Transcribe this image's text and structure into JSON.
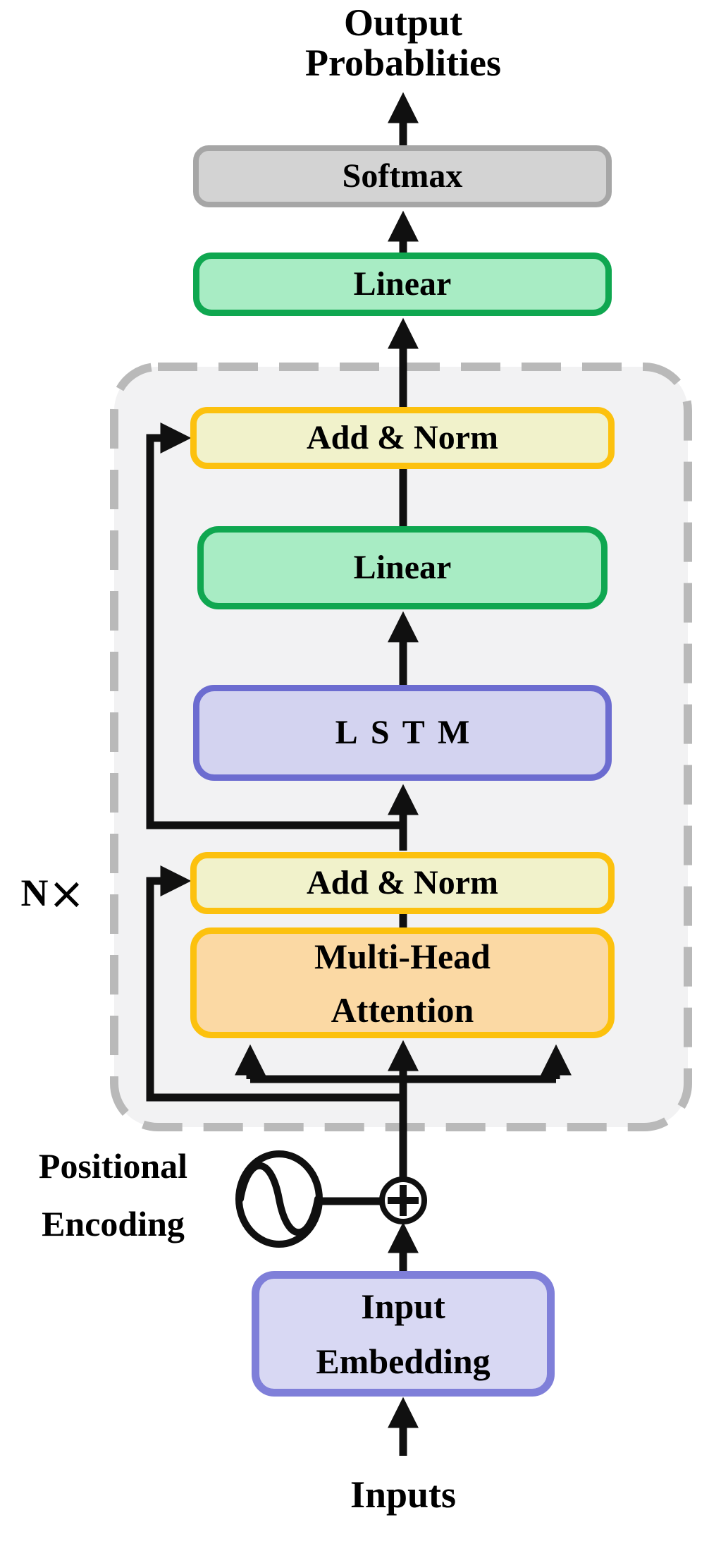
{
  "colors": {
    "line": "#101010",
    "text": "#000000",
    "container-fill": "#f2f2f3",
    "container-border": "#b9b9b9",
    "softmax-fill": "#d3d3d3",
    "softmax-border": "#a6a6a6",
    "green-fill": "#a8ecc4",
    "green-border": "#0fa750",
    "yellow-fill": "#f1f2cb",
    "gold-border": "#fcc10e",
    "orange-fill": "#fbd9a4",
    "purple-fill": "#d3d3f0",
    "purple-border": "#6c6cd0",
    "embed-fill": "#d8d8f3",
    "embed-border": "#7f7fd9"
  },
  "title": {
    "line1": "Output",
    "line2": "Probablities"
  },
  "nodes": {
    "softmax": {
      "label": "Softmax"
    },
    "linear_top": {
      "label": "Linear"
    },
    "add_norm_top": {
      "label": "Add & Norm"
    },
    "linear_inner": {
      "label": "Linear"
    },
    "lstm": {
      "label": "LSTM"
    },
    "add_norm_bottom": {
      "label": "Add & Norm"
    },
    "multi_head_attention": {
      "line1": "Multi-Head",
      "line2": "Attention"
    },
    "input_embedding": {
      "line1": "Input",
      "line2": "Embedding"
    }
  },
  "annotations": {
    "repeat_n": "N",
    "repeat_times": "×",
    "positional_encoding": {
      "line1": "Positional",
      "line2": "Encoding"
    },
    "inputs": "Inputs"
  },
  "icons": {
    "positional_encoding_icon": "sine-wave-circle",
    "add_icon": "plus-circle"
  }
}
